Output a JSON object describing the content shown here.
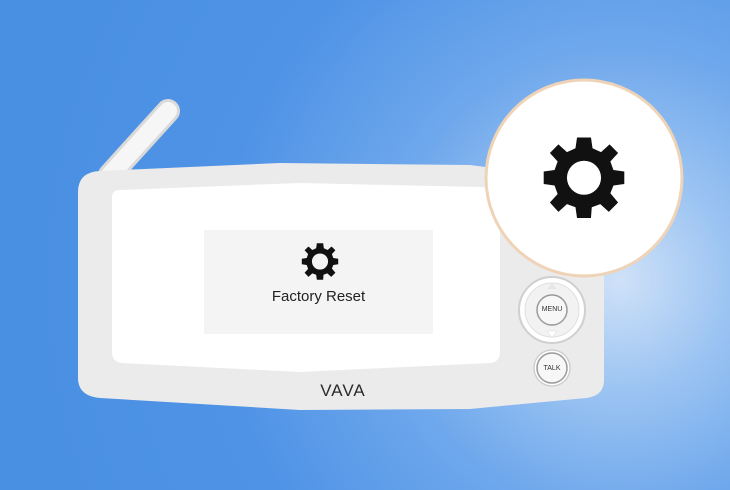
{
  "screen": {
    "icon": "gear-icon",
    "label": "Factory Reset"
  },
  "device": {
    "brand": "VAVA",
    "menu_button_label": "MENU",
    "talk_button_label": "TALK"
  },
  "callout": {
    "icon": "gear-icon"
  },
  "colors": {
    "background": "#4a90e2",
    "device_body": "#ebebeb",
    "screen_panel": "#f5f4f4",
    "callout_border": "#efd3b7",
    "icon": "#111111"
  }
}
